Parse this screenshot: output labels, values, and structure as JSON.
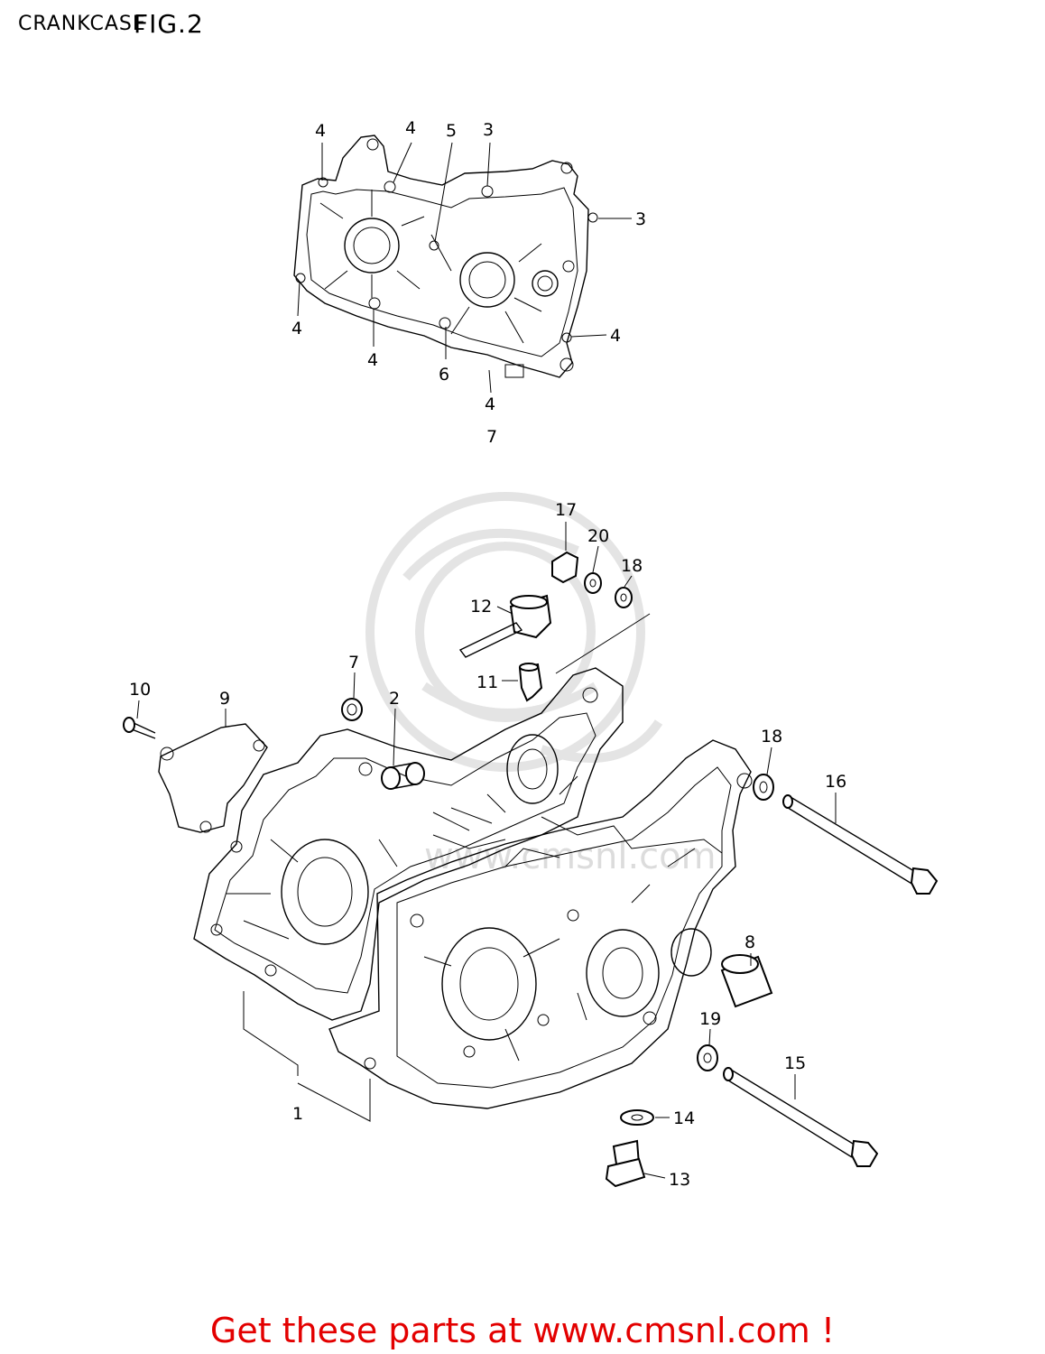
{
  "header": {
    "title": "CRANKCASE",
    "figure": "FIG.2"
  },
  "promo": {
    "text": "Get these parts at www.cmsnl.com !",
    "color": "#e30000"
  },
  "watermark": {
    "text": "www.cmsnl.com"
  },
  "callouts": {
    "c4a": "4",
    "c4b": "4",
    "c5": "5",
    "c3a": "3",
    "c3b": "3",
    "c4c": "4",
    "c4d": "4",
    "c4e": "4",
    "c6": "6",
    "c4f": "4",
    "c7a": "7",
    "c17": "17",
    "c20": "20",
    "c18a": "18",
    "c12": "12",
    "c11": "11",
    "c7b": "7",
    "c2": "2",
    "c10": "10",
    "c9": "9",
    "c18b": "18",
    "c16": "16",
    "c8": "8",
    "c19": "19",
    "c15": "15",
    "c14": "14",
    "c13": "13",
    "c1": "1"
  }
}
